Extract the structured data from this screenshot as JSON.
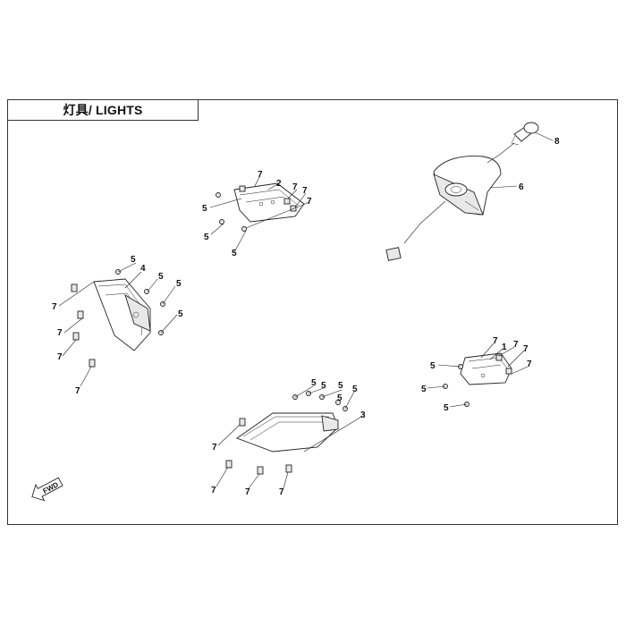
{
  "title": "灯具/ LIGHTS",
  "fwd_label": "FWD",
  "callouts": {
    "top_mid": [
      "7",
      "2",
      "7",
      "7",
      "7",
      "5",
      "5",
      "5"
    ],
    "left": [
      "5",
      "4",
      "5",
      "5",
      "5",
      "7",
      "7",
      "7",
      "7"
    ],
    "bottom": [
      "5",
      "5",
      "5",
      "5",
      "5",
      "3",
      "7",
      "7",
      "7",
      "7"
    ],
    "right_small": [
      "7",
      "1",
      "7",
      "7",
      "7",
      "5",
      "5",
      "5"
    ],
    "taillight": [
      "8",
      "6"
    ]
  }
}
